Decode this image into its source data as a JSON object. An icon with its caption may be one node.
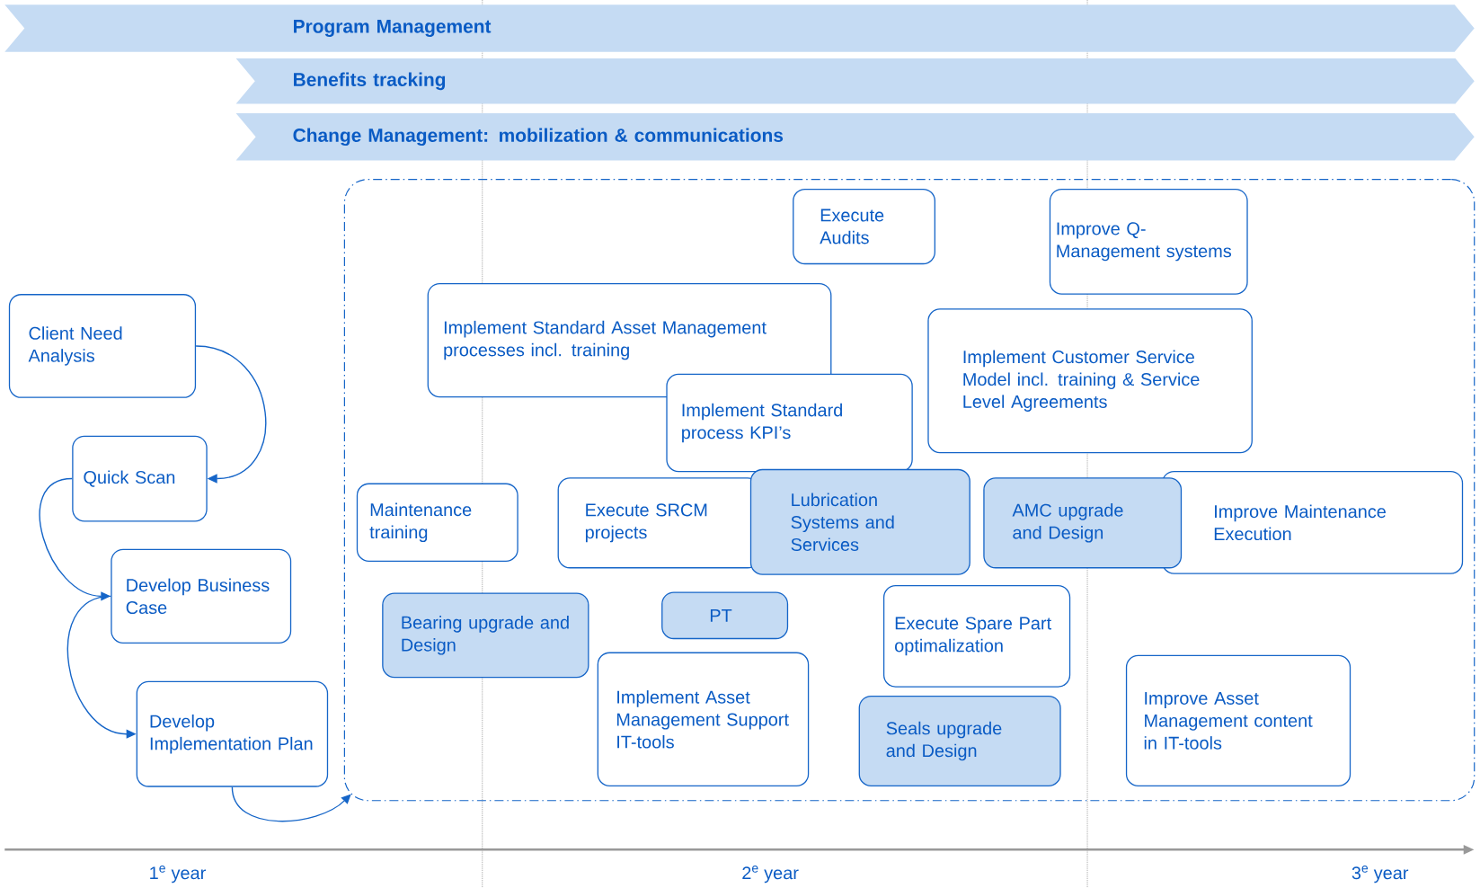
{
  "diagram": {
    "nodes": [
      {
        "text": [
          "Program Management"
        ]
      },
      {
        "text": [
          "Benefits tracking"
        ]
      },
      {
        "text": [
          "Change Management: mobilization & communications"
        ]
      },
      {
        "text": [
          "Client Need Analysis"
        ]
      },
      {
        "text": [
          "Quick Scan"
        ]
      },
      {
        "text": [
          "Develop Business Case"
        ]
      },
      {
        "text": [
          "Develop Implementation Plan"
        ]
      },
      {
        "text": [],
        "shape": "box"
      },
      {
        "text": [
          "Execute Audits"
        ],
        "in": 7
      },
      {
        "text": [
          "Improve Q-Management systems"
        ],
        "in": 7
      },
      {
        "text": [
          "Implement Standard Asset Management processes incl. training"
        ],
        "in": 7
      },
      {
        "text": [
          "Implement Customer Service Model incl. training & Service Level Agreements"
        ],
        "in": 7
      },
      {
        "text": [
          "Implement Standard process KPI’s"
        ],
        "in": 7
      },
      {
        "text": [
          "Maintenance training"
        ],
        "in": 7
      },
      {
        "text": [
          "Execute SRCM projects"
        ],
        "in": 7
      },
      {
        "text": [
          "Lubrication Systems and Services"
        ],
        "in": 7
      },
      {
        "text": [
          "Improve Maintenance Execution"
        ],
        "in": 7
      },
      {
        "text": [
          "AMC upgrade and Design"
        ],
        "in": 7
      },
      {
        "text": [
          "Bearing upgrade and Design"
        ],
        "in": 7
      },
      {
        "text": [
          "PT"
        ],
        "in": 7
      },
      {
        "text": [
          "Execute Spare Part optimalization"
        ],
        "in": 7
      },
      {
        "text": [
          "Implement Asset Management Support IT-tools"
        ],
        "in": 7
      },
      {
        "text": [
          "Seals upgrade and Design"
        ],
        "in": 7
      },
      {
        "text": [
          "Improve Asset Management content in IT-tools"
        ],
        "in": 7
      }
    ],
    "edges": [
      {
        "from": 3,
        "to": 4,
        "arrow": "to"
      },
      {
        "from": 4,
        "to": 5,
        "arrow": "to"
      },
      {
        "from": 5,
        "to": 6,
        "arrow": "to"
      },
      {
        "from": 6,
        "to": 7,
        "arrow": "to"
      }
    ],
    "labels": [
      "1$^{e}$ year",
      "2$^{e}$ year",
      "3$^{e}$ year"
    ]
  }
}
